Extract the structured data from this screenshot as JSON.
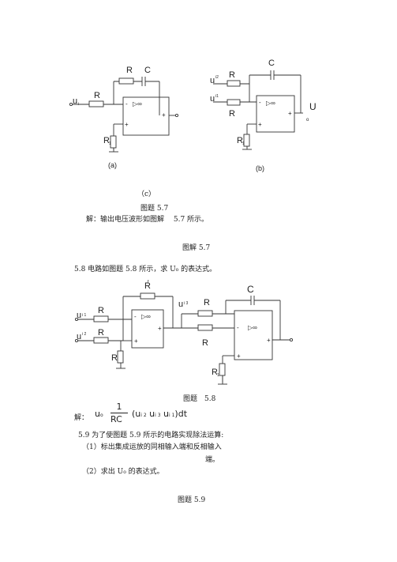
{
  "circuit_a": {
    "label_r_top": "R",
    "label_c": "C",
    "label_r_in": "R",
    "label_u_in": "u",
    "label_u_in_sub": "i",
    "label_r_ground": "R",
    "label_r_ground_sub": "1",
    "opamp_symbol": "▷∞",
    "minus": "-",
    "plus": "+",
    "plus_out": "+",
    "caption": "(a)"
  },
  "circuit_b": {
    "label_c": "C",
    "label_u2": "u",
    "label_u2_sub": "i2",
    "label_r_top": "R",
    "label_u1": "u",
    "label_u1_sub": "i1",
    "label_r_mid": "R",
    "label_u_out": "U",
    "label_u_out_sub": "o",
    "label_r_ground": "R",
    "label_r_ground_sub": "1",
    "opamp_symbol": "▷∞",
    "minus": "-",
    "plus": "+",
    "plus_out": "+",
    "caption": "(b)"
  },
  "text": {
    "caption_c": "（c）",
    "fig_57": "图题 5.7",
    "answer_57": "解：输出电压波形如图解　 5.7 所示。",
    "fig_solution_57": "图解 5.7",
    "problem_58": "5.8 电路如图题 5.8 所示，求 U",
    "problem_58_sub": "o",
    "problem_58_end": " 的表达式。",
    "fig_58": "图题　5.8",
    "solution_label": "解：",
    "sol_u": "u",
    "sol_u_sub": "o",
    "sol_num": "1",
    "sol_den": "RC",
    "sol_expr": "(u",
    "sol_expr_sub1": "i 2",
    "sol_expr_mid1": "  u",
    "sol_expr_sub2": "i 3",
    "sol_expr_mid2": "  u",
    "sol_expr_sub3": "i 1",
    "sol_expr_end": ")dt",
    "problem_59": "5.9 为了使图题 5.9 所示的电路实现除法运算:",
    "problem_59_1": "（1）标出集成运放的同相输入端和反相输入",
    "problem_59_1_end": "端。",
    "problem_59_2": "（2）求出 U",
    "problem_59_2_sub": "o",
    "problem_59_2_end": " 的表达式。",
    "fig_59": "图题 5.9"
  },
  "circuit_58": {
    "label_rf": "R",
    "label_rf_sub": "f",
    "label_u1": "u",
    "label_u1_sub": "i 1",
    "label_r1": "R",
    "label_r2": "R",
    "label_u2": "u",
    "label_u2_sub": "i 2",
    "label_r3": "R",
    "label_u3": "u",
    "label_u3_sub": "i 3",
    "label_r4": "R",
    "label_c": "C",
    "label_r5": "R",
    "label_r6": "R",
    "label_r6_sub": "1",
    "opamp_symbol": "▷∞",
    "minus": "-",
    "plus": "+",
    "plus_out": "+",
    "minus2": "-",
    "plus2": "+",
    "plus_out2": "+"
  }
}
